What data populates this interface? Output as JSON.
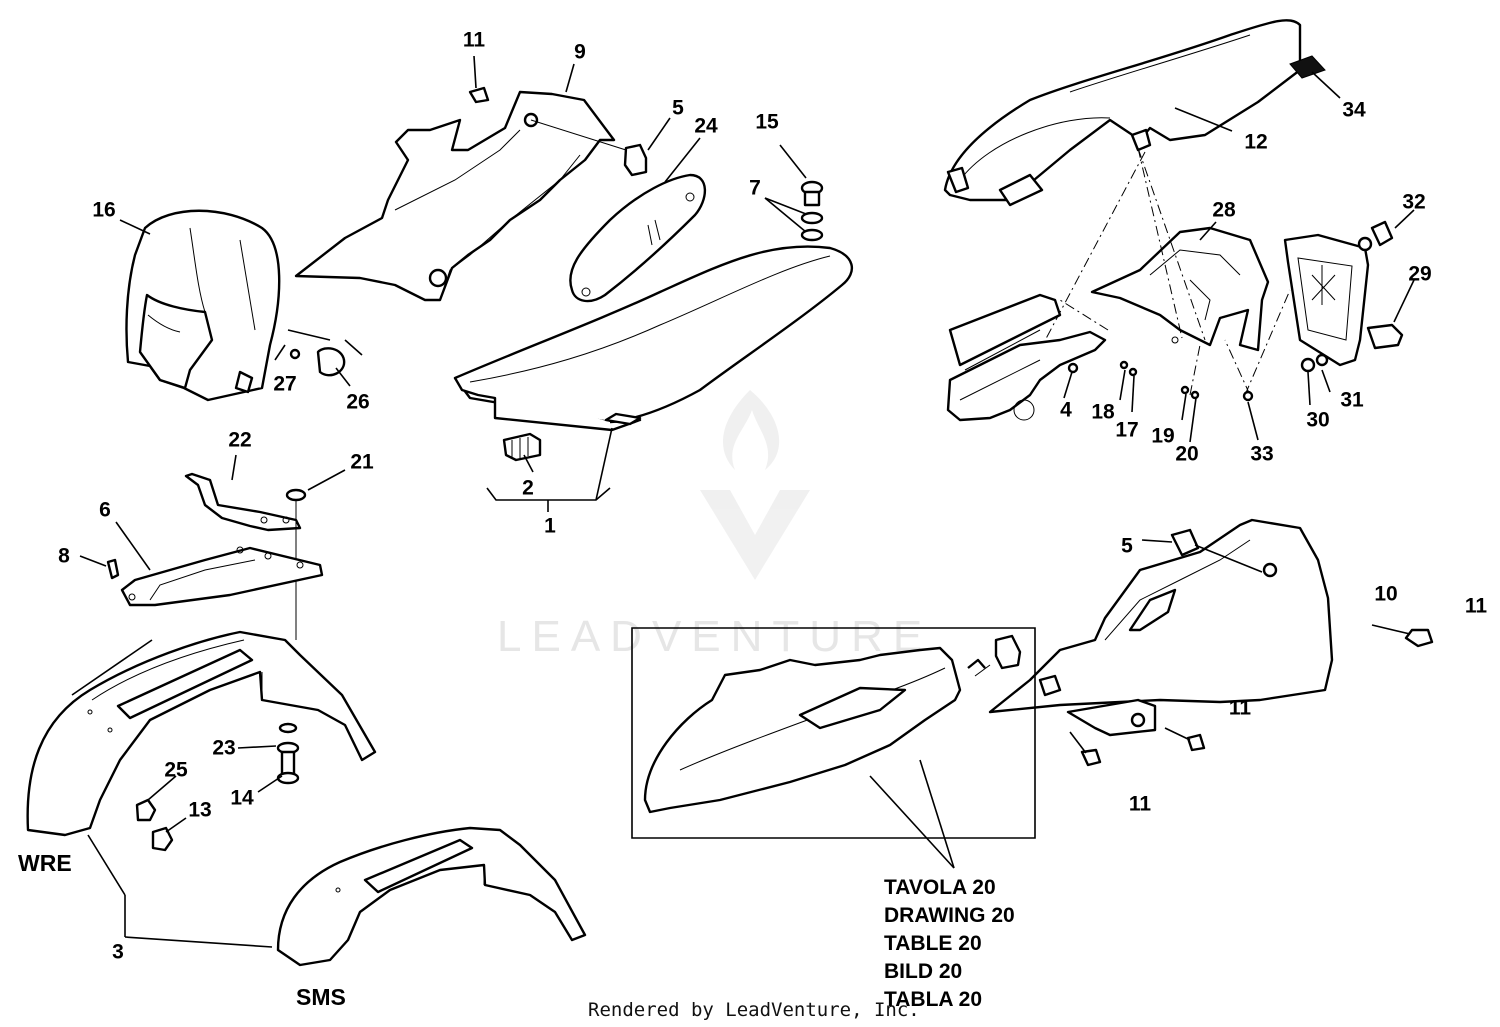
{
  "watermark": "LEADVENTURE",
  "footer": "Rendered by LeadVenture, Inc.",
  "variants": {
    "wre": "WRE",
    "sms": "SMS"
  },
  "drawing_ref": [
    "TAVOLA 20",
    "DRAWING 20",
    "TABLE 20",
    "BILD 20",
    "TABLA 20"
  ],
  "callouts": {
    "c1": "1",
    "c2": "2",
    "c3": "3",
    "c4": "4",
    "c5a": "5",
    "c5b": "5",
    "c6": "6",
    "c7": "7",
    "c8": "8",
    "c9": "9",
    "c10": "10",
    "c11a": "11",
    "c11b": "11",
    "c11c": "11",
    "c11d": "11",
    "c12": "12",
    "c13": "13",
    "c14": "14",
    "c15": "15",
    "c16": "16",
    "c17": "17",
    "c18": "18",
    "c19": "19",
    "c20a": "20",
    "c21": "21",
    "c22": "22",
    "c23": "23",
    "c24": "24",
    "c25": "25",
    "c26": "26",
    "c27": "27",
    "c28": "28",
    "c29": "29",
    "c30": "30",
    "c31": "31",
    "c32": "32",
    "c33": "33",
    "c34": "34"
  }
}
